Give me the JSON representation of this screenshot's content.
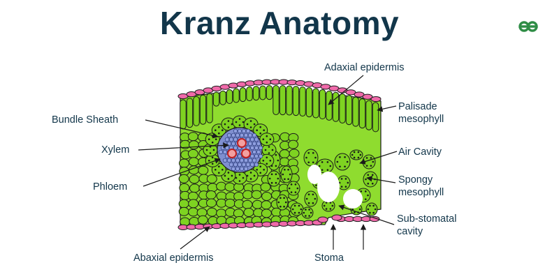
{
  "title": "Kranz Anatomy",
  "labels": {
    "adaxial_epidermis": "Adaxial epidermis",
    "palisade_line1": "Palisade",
    "palisade_line2": "mesophyll",
    "bundle_sheath": "Bundle Sheath",
    "xylem": "Xylem",
    "phloem": "Phloem",
    "air_cavity": "Air Cavity",
    "spongy_line1": "Spongy",
    "spongy_line2": "mesophyll",
    "substomatal_line1": "Sub-stomatal",
    "substomatal_line2": "cavity",
    "abaxial_epidermis": "Abaxial epidermis",
    "stoma": "Stoma"
  },
  "colors": {
    "title": "#12364a",
    "brand": "#2f8d46",
    "cell_green": "#7ed321",
    "epidermis_pink": "#f06aaa",
    "phloem_blue": "#7f8fcf",
    "xylem_red": "#e03a3a",
    "outline": "#1a1a1a"
  }
}
